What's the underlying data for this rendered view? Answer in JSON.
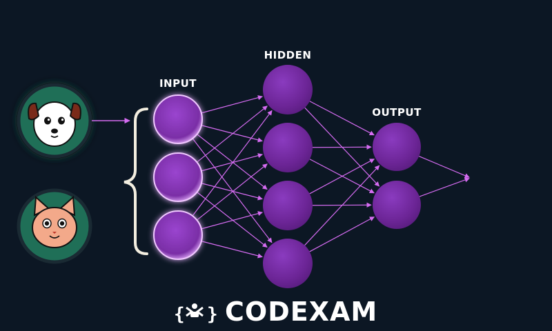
{
  "labels": {
    "input": "INPUT",
    "hidden": "HIDDEN",
    "output": "OUTPUT"
  },
  "brand": {
    "name": "CODEXAM"
  },
  "samples": [
    {
      "animal": "dog",
      "icon": "dog-face-icon"
    },
    {
      "animal": "cat",
      "icon": "cat-face-icon"
    }
  ],
  "network": {
    "input_nodes": 3,
    "hidden_nodes": 4,
    "output_nodes": 2
  },
  "colors": {
    "background": "#0c1724",
    "neuron": "#7a2ea6",
    "connection": "#d66cf2",
    "avatar_green": "#1f6f57",
    "dog_ear": "#7a2a1a",
    "cat_skin": "#f3a98a"
  }
}
